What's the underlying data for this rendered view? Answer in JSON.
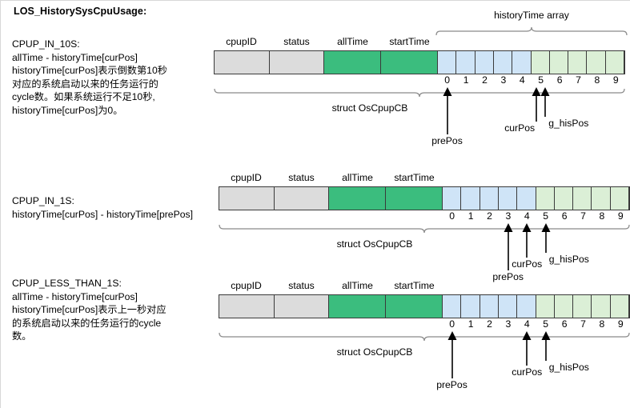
{
  "title": "LOS_HistorySysCpuUsage:",
  "struct": {
    "fields": [
      {
        "name": "cpupID",
        "color": "#dcdcdc"
      },
      {
        "name": "status",
        "color": "#dcdcdc"
      },
      {
        "name": "allTime",
        "color": "#3bbd7e"
      },
      {
        "name": "startTime",
        "color": "#3bbd7e"
      }
    ],
    "array_label": "historyTime array",
    "struct_label": "struct OsCpupCB",
    "indices": [
      "0",
      "1",
      "2",
      "3",
      "4",
      "5",
      "6",
      "7",
      "8",
      "9"
    ],
    "blue_color": "#cfe4f7",
    "mint_color": "#dbefd6"
  },
  "sections": [
    {
      "id": "sec1",
      "desc": "CPUP_IN_10S:\nallTime - historyTime[curPos]\nhistoryTime[curPos]表示倒数第10秒\n对应的系统启动以来的任务运行的\ncycle数。如果系统运行不足10秒,\nhistoryTime[curPos]为0。",
      "show_array_brace": true,
      "pointers": [
        {
          "name": "prePos",
          "index": 0
        },
        {
          "name": "curPos",
          "index": 5
        },
        {
          "name": "g_hisPos",
          "index": 5
        }
      ]
    },
    {
      "id": "sec2",
      "desc": "CPUP_IN_1S:\nhistoryTime[curPos] - historyTime[prePos]",
      "show_array_brace": false,
      "pointers": [
        {
          "name": "prePos",
          "index": 3
        },
        {
          "name": "curPos",
          "index": 4
        },
        {
          "name": "g_hisPos",
          "index": 5
        }
      ]
    },
    {
      "id": "sec3",
      "desc": "CPUP_LESS_THAN_1S:\nallTime - historyTime[curPos]\nhistoryTime[curPos]表示上一秒对应\n的系统启动以来的任务运行的cycle\n数。",
      "show_array_brace": false,
      "pointers": [
        {
          "name": "prePos",
          "index": 0
        },
        {
          "name": "curPos",
          "index": 4
        },
        {
          "name": "g_hisPos",
          "index": 5
        }
      ]
    }
  ]
}
